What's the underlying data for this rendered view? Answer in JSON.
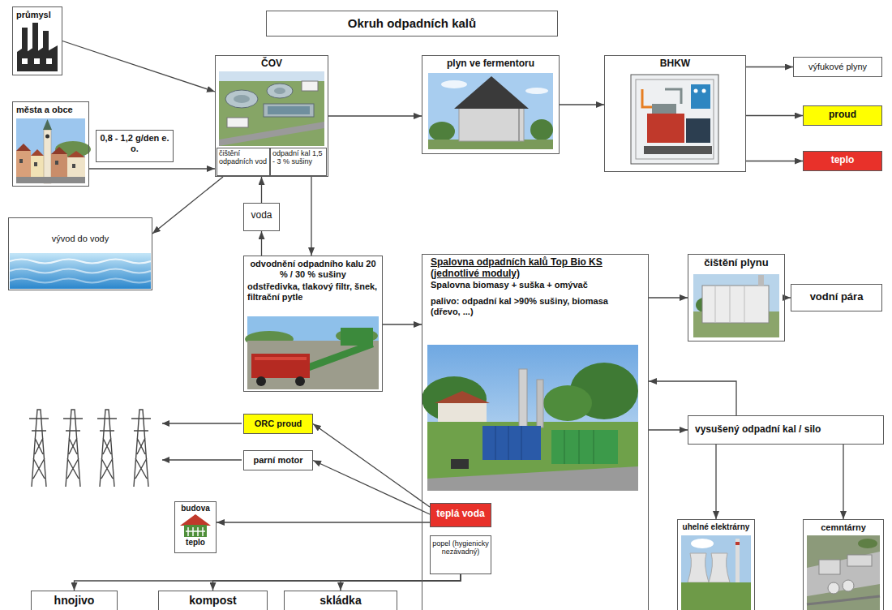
{
  "diagram": {
    "title": "Okruh odpadních kalů",
    "nodes": [
      {
        "text": [
          "průmysl"
        ]
      },
      {
        "text": [
          "města a obce"
        ]
      },
      {
        "text": [
          "0,8 - 1,2 g/den e. o."
        ]
      },
      {
        "text": [
          "ČOV"
        ]
      },
      {
        "text": [
          "čištění odpadních vod"
        ],
        "in": 3
      },
      {
        "text": [
          "odpadní kal 1,5 - 3 % sušiny"
        ],
        "in": 3
      },
      {
        "text": [
          "vývod do vody"
        ]
      },
      {
        "text": [
          "plyn ve fermentoru"
        ]
      },
      {
        "text": [
          "BHKW"
        ]
      },
      {
        "text": [
          "výfukové plyny"
        ]
      },
      {
        "text": [
          "proud"
        ]
      },
      {
        "text": [
          "teplo"
        ]
      },
      {
        "text": [
          "voda"
        ]
      },
      {
        "text": [
          "odvodnění odpadního kalu 20 % / 30 % sušiny",
          "odstředivka, tlakový filtr, šnek, filtrační pytle"
        ]
      },
      {
        "text": [
          "Spalovna odpadních kalů Top Bio KS (jednotlivé moduly)",
          "Spalovna biomasy + suška + omývač",
          "palivo: odpadní kal >90% sušiny, biomasa (dřevo, ...)"
        ]
      },
      {
        "text": [
          "teplá voda"
        ],
        "in": 14
      },
      {
        "text": [
          "popel (hygienicky nezávadný)"
        ],
        "in": 14
      },
      {
        "text": [
          "čištění plynu"
        ]
      },
      {
        "text": [
          "vodní pára"
        ]
      },
      {
        "text": [
          "vysušený odpadní kal / silo"
        ]
      },
      {
        "text": [
          "ORC proud"
        ]
      },
      {
        "text": [
          "parní motor"
        ]
      },
      {
        "text": [
          "budova",
          "teplo"
        ]
      },
      {
        "text": [
          "uhelné elektrárny"
        ]
      },
      {
        "text": [
          "cemntárny"
        ]
      },
      {
        "text": [
          "hnojivo"
        ]
      },
      {
        "text": [
          "kompost"
        ]
      },
      {
        "text": [
          "skládka"
        ]
      }
    ],
    "edges": [
      {
        "from": 0,
        "to": 3,
        "arrow": "to"
      },
      {
        "from": 1,
        "to": 3,
        "arrow": "to"
      },
      {
        "from": 3,
        "to": 6,
        "arrow": "to"
      },
      {
        "from": 3,
        "to": 7,
        "arrow": "to"
      },
      {
        "from": 7,
        "to": 8,
        "arrow": "to"
      },
      {
        "from": 8,
        "to": 9,
        "arrow": "to"
      },
      {
        "from": 8,
        "to": 10,
        "arrow": "to"
      },
      {
        "from": 8,
        "to": 11,
        "arrow": "to"
      },
      {
        "from": 3,
        "to": 13,
        "arrow": "to"
      },
      {
        "from": 13,
        "to": 12,
        "arrow": "to"
      },
      {
        "from": 12,
        "to": 3,
        "arrow": "to"
      },
      {
        "from": 13,
        "to": 14,
        "arrow": "to"
      },
      {
        "from": 14,
        "to": 17,
        "arrow": "to"
      },
      {
        "from": 17,
        "to": 18,
        "arrow": "to"
      },
      {
        "from": 14,
        "to": 19,
        "arrow": "to"
      },
      {
        "from": 19,
        "to": 14,
        "arrow": "to"
      },
      {
        "from": 19,
        "to": 23,
        "arrow": "to"
      },
      {
        "from": 19,
        "to": 24,
        "arrow": "to"
      },
      {
        "from": 15,
        "to": 20,
        "arrow": "to"
      },
      {
        "from": 15,
        "to": 21,
        "arrow": "to"
      },
      {
        "from": 15,
        "to": 22,
        "arrow": "to"
      },
      {
        "from": 16,
        "to": 25,
        "arrow": "to"
      },
      {
        "from": 16,
        "to": 26,
        "arrow": "to"
      },
      {
        "from": 16,
        "to": 27,
        "arrow": "to"
      }
    ]
  }
}
